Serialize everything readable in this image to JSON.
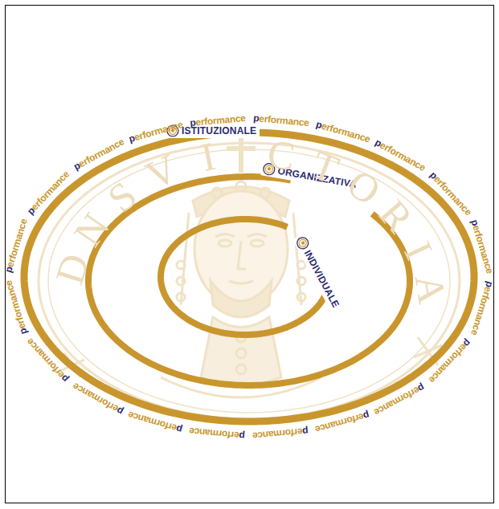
{
  "diagram": {
    "nodes": [
      {
        "text": [
          "ISTITUZIONALE"
        ]
      },
      {
        "text": [
          "ORGANIZZATIVA"
        ],
        "in": 0
      },
      {
        "text": [
          "INDIVIDUALE"
        ],
        "in": 1
      }
    ],
    "labels": [
      "DNSVI",
      "CTORIA",
      "performance",
      "performance",
      "performance",
      "performance",
      "performance",
      "performance",
      "performance",
      "performance",
      "performance",
      "performance",
      "performance",
      "performance",
      "performance",
      "performance",
      "performance",
      "performance",
      "performance",
      "performance",
      "performance",
      "performance"
    ]
  }
}
